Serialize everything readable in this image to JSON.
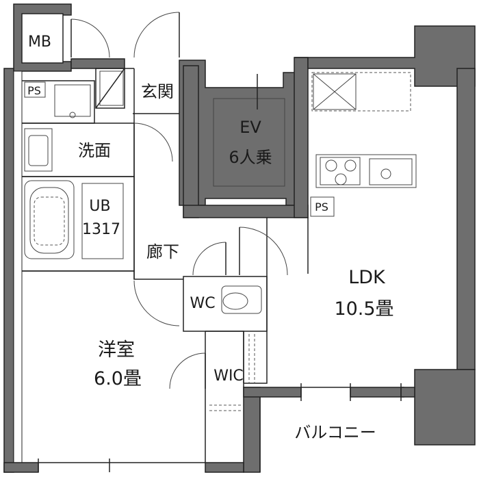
{
  "floorplan": {
    "rooms": {
      "mb": "MB",
      "ps_top": "PS",
      "entrance": "玄関",
      "ev_line1": "EV",
      "ev_line2": "6人乗",
      "washroom": "洗面",
      "ub_line1": "UB",
      "ub_line2": "1317",
      "ps_kitchen": "PS",
      "hallway": "廊下",
      "ldk_line1": "LDK",
      "ldk_line2": "10.5畳",
      "wc": "WC",
      "western_line1": "洋室",
      "western_line2": "6.0畳",
      "wic": "WIC",
      "balcony": "バルコニー"
    }
  }
}
